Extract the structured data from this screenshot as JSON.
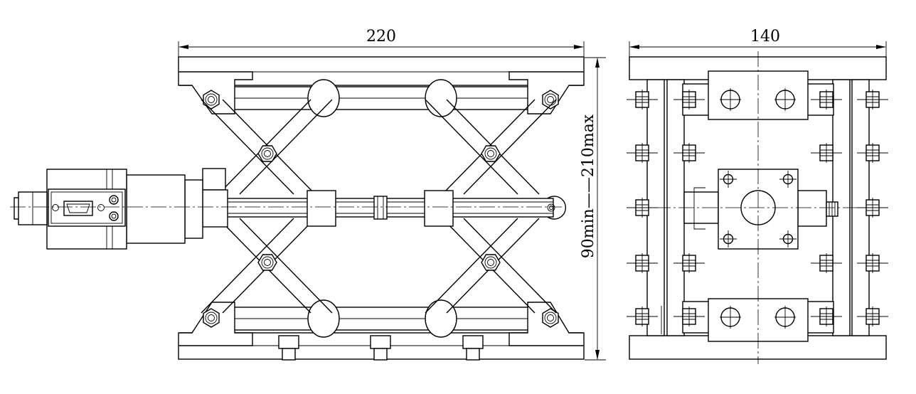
{
  "front_view": {
    "width_label": "220",
    "height_label": "90min——210max"
  },
  "side_view": {
    "width_label": "140"
  }
}
